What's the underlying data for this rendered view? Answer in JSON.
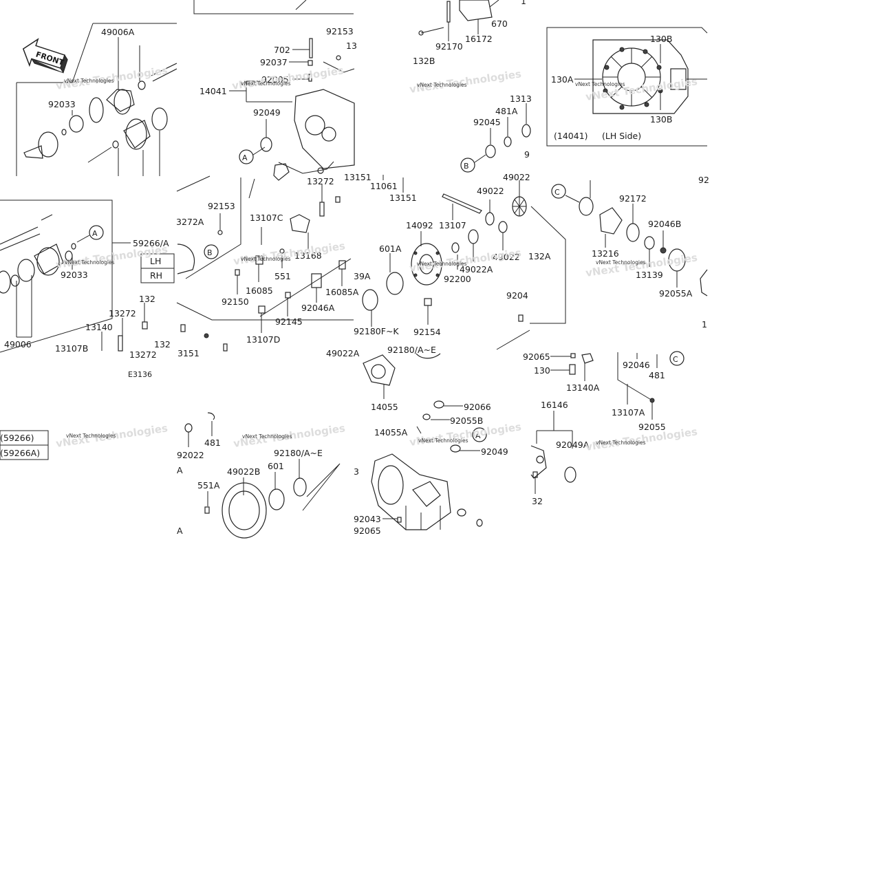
{
  "diagram_code": "E3136",
  "front_arrow": "FRONT",
  "watermark": "vNext Technologies",
  "side_box": {
    "lh": "LH",
    "rh": "RH"
  },
  "inset_caption": {
    "part": "(14041)",
    "side": "(LH Side)"
  },
  "model_boxes": [
    "(59266)",
    "(59266A)"
  ],
  "callouts": {
    "a": "A",
    "b": "B",
    "c": "C"
  },
  "parts": {
    "p49006A": "49006A",
    "p92033a": "92033",
    "p92153a": "92153",
    "p702": "702",
    "p92037": "92037",
    "p92005": "92005",
    "p14041": "14041",
    "p92049a": "92049",
    "p13a": "13",
    "p92170": "92170",
    "p16172": "16172",
    "p670": "670",
    "p132B": "132B",
    "p130B_top": "130B",
    "p130A": "130A",
    "p130B_bot": "130B",
    "p1313": "1313",
    "p481A": "481A",
    "p92045": "92045",
    "p9a": "9",
    "p13272a": "13272",
    "p11061": "11061",
    "p13151": "13151",
    "p49022_top": "49022",
    "p13151b": "13151",
    "p49022_mid": "49022",
    "p14092": "14092",
    "p13107": "13107",
    "p601A": "601A",
    "p49022A": "49022A",
    "p92200": "92200",
    "p49022_low": "49022",
    "p132A": "132A",
    "p92043": "9204",
    "p92172": "92172",
    "p92046B": "92046B",
    "p13216": "13216",
    "p13139": "13139",
    "p92055A": "92055A",
    "p92_": "92",
    "p92153b": "92153",
    "p13272A": "3272A",
    "p59266A": "59266/A",
    "p92033b": "92033",
    "p13107C": "13107C",
    "p13168": "13168",
    "p551": "551",
    "p16085": "16085",
    "p92150": "92150",
    "p92046A": "92046A",
    "p16085A": "16085A",
    "p92145": "92145",
    "p13107D": "13107D",
    "p39A": "39A",
    "p92180FK": "92180F~K",
    "p92154": "92154",
    "p132_a": "132",
    "p13272b": "13272",
    "p13140": "13140",
    "p49006": "49006",
    "p13107B": "13107B",
    "p132_b": "132",
    "p13272c": "13272",
    "p3151": "3151",
    "p49022A_b": "49022A",
    "p92180AE": "92180/A~E",
    "p92065": "92065",
    "p130": "130",
    "p13140A": "13140A",
    "p92046": "92046",
    "p481_a": "481",
    "p14055": "14055",
    "p92066": "92066",
    "p92055B": "92055B",
    "p14055A": "14055A",
    "p92049b": "92049",
    "p16146": "16146",
    "p13107A": "13107A",
    "p92055": "92055",
    "p92049A": "92049A",
    "p92022": "92022",
    "p481_b": "481",
    "p92180AE_b": "92180/A~E",
    "p49022B": "49022B",
    "p601": "601",
    "p551A": "551A",
    "p92043b": "92043",
    "p92065b": "92065",
    "p32": "32",
    "pA": "A",
    "pA2": "A",
    "p3": "3",
    "p1": "1"
  }
}
